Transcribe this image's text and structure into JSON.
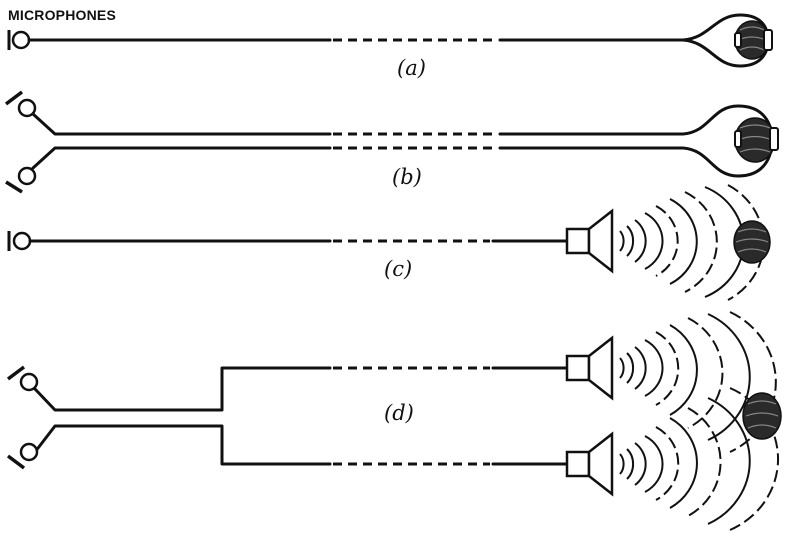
{
  "header": {
    "label": "MICROPHONES"
  },
  "rows": [
    {
      "id": "a",
      "caption": "(a)",
      "mode": "single microphone to headphones"
    },
    {
      "id": "b",
      "caption": "(b)",
      "mode": "two microphones to headphones"
    },
    {
      "id": "c",
      "caption": "(c)",
      "mode": "single microphone to loudspeaker"
    },
    {
      "id": "d",
      "caption": "(d)",
      "mode": "two microphones to two loudspeakers"
    }
  ],
  "colors": {
    "ink": "#111111",
    "paper": "#ffffff"
  },
  "icons": [
    "microphone-icon",
    "headphones-icon",
    "loudspeaker-icon",
    "listener-head-icon",
    "sound-waves-icon"
  ]
}
